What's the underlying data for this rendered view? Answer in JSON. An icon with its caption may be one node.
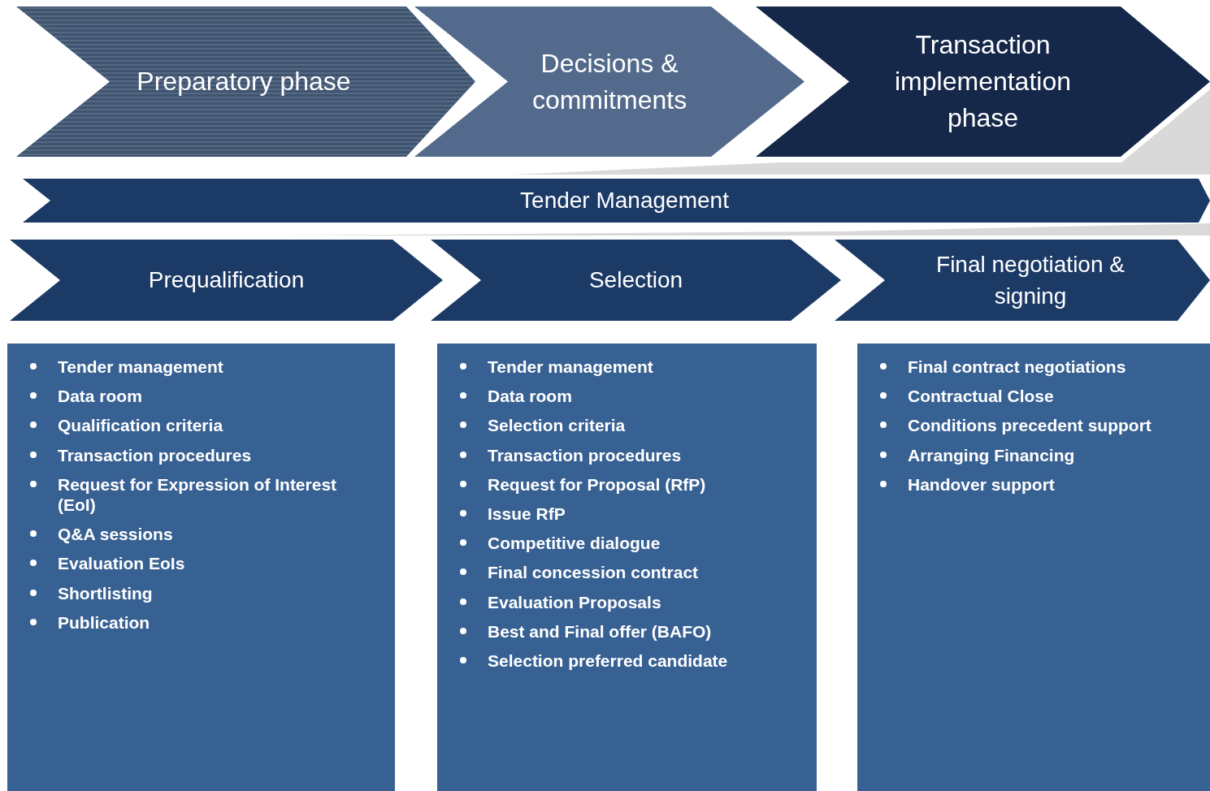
{
  "diagram": {
    "nodes": [
      {
        "text": [
          "Preparatory phase"
        ]
      },
      {
        "text": [
          "Decisions & commitments"
        ]
      },
      {
        "text": [
          "Transaction implementation phase"
        ]
      },
      {
        "text": [
          "Tender Management"
        ]
      },
      {
        "text": [
          "Prequalification"
        ]
      },
      {
        "text": [
          "Selection"
        ]
      },
      {
        "text": [
          "Final negotiation & signing"
        ]
      },
      {
        "text": [
          "Tender management",
          "Data room",
          "Qualification criteria",
          "Transaction procedures",
          "Request for Expression of Interest (EoI)",
          "Q&A sessions",
          "Evaluation EoIs",
          "Shortlisting",
          "Publication"
        ]
      },
      {
        "text": [
          "Tender management",
          "Data room",
          "Selection criteria",
          "Transaction procedures",
          "Request for Proposal (RfP)",
          "Issue RfP",
          "Competitive dialogue",
          "Final concession contract",
          "Evaluation Proposals",
          "Best and Final offer (BAFO)",
          "Selection preferred candidate"
        ]
      },
      {
        "text": [
          "Final contract negotiations",
          "Contractual Close",
          "Conditions precedent support",
          "Arranging Financing",
          "Handover support"
        ]
      }
    ]
  }
}
